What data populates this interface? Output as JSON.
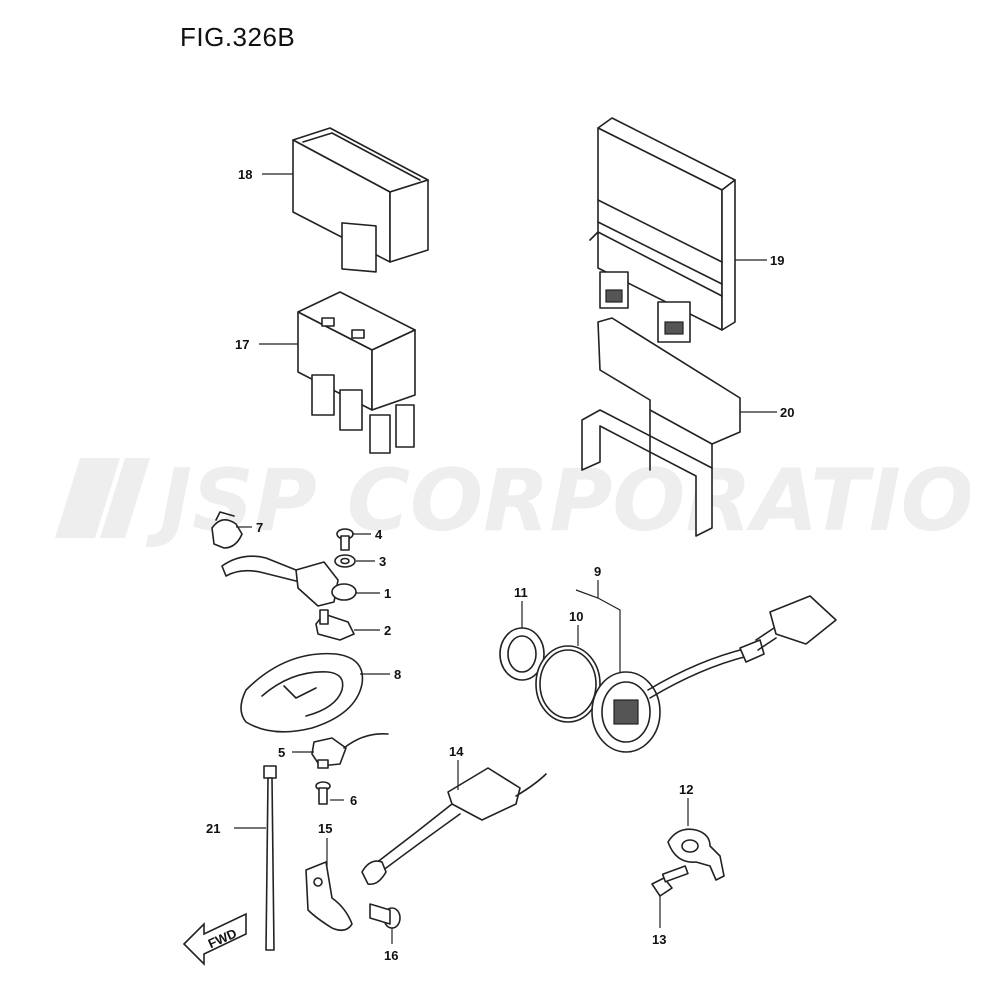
{
  "figure": {
    "title": "FIG.326B"
  },
  "watermark": {
    "text": "JSP CORPORATION"
  },
  "fwd_arrow": {
    "label": "FWD"
  },
  "callouts": [
    "1",
    "2",
    "3",
    "4",
    "5",
    "6",
    "7",
    "8",
    "9",
    "10",
    "11",
    "12",
    "13",
    "14",
    "15",
    "16",
    "17",
    "18",
    "19",
    "20",
    "21"
  ],
  "colors": {
    "line": "#222222",
    "watermark": "#eeeeee"
  }
}
